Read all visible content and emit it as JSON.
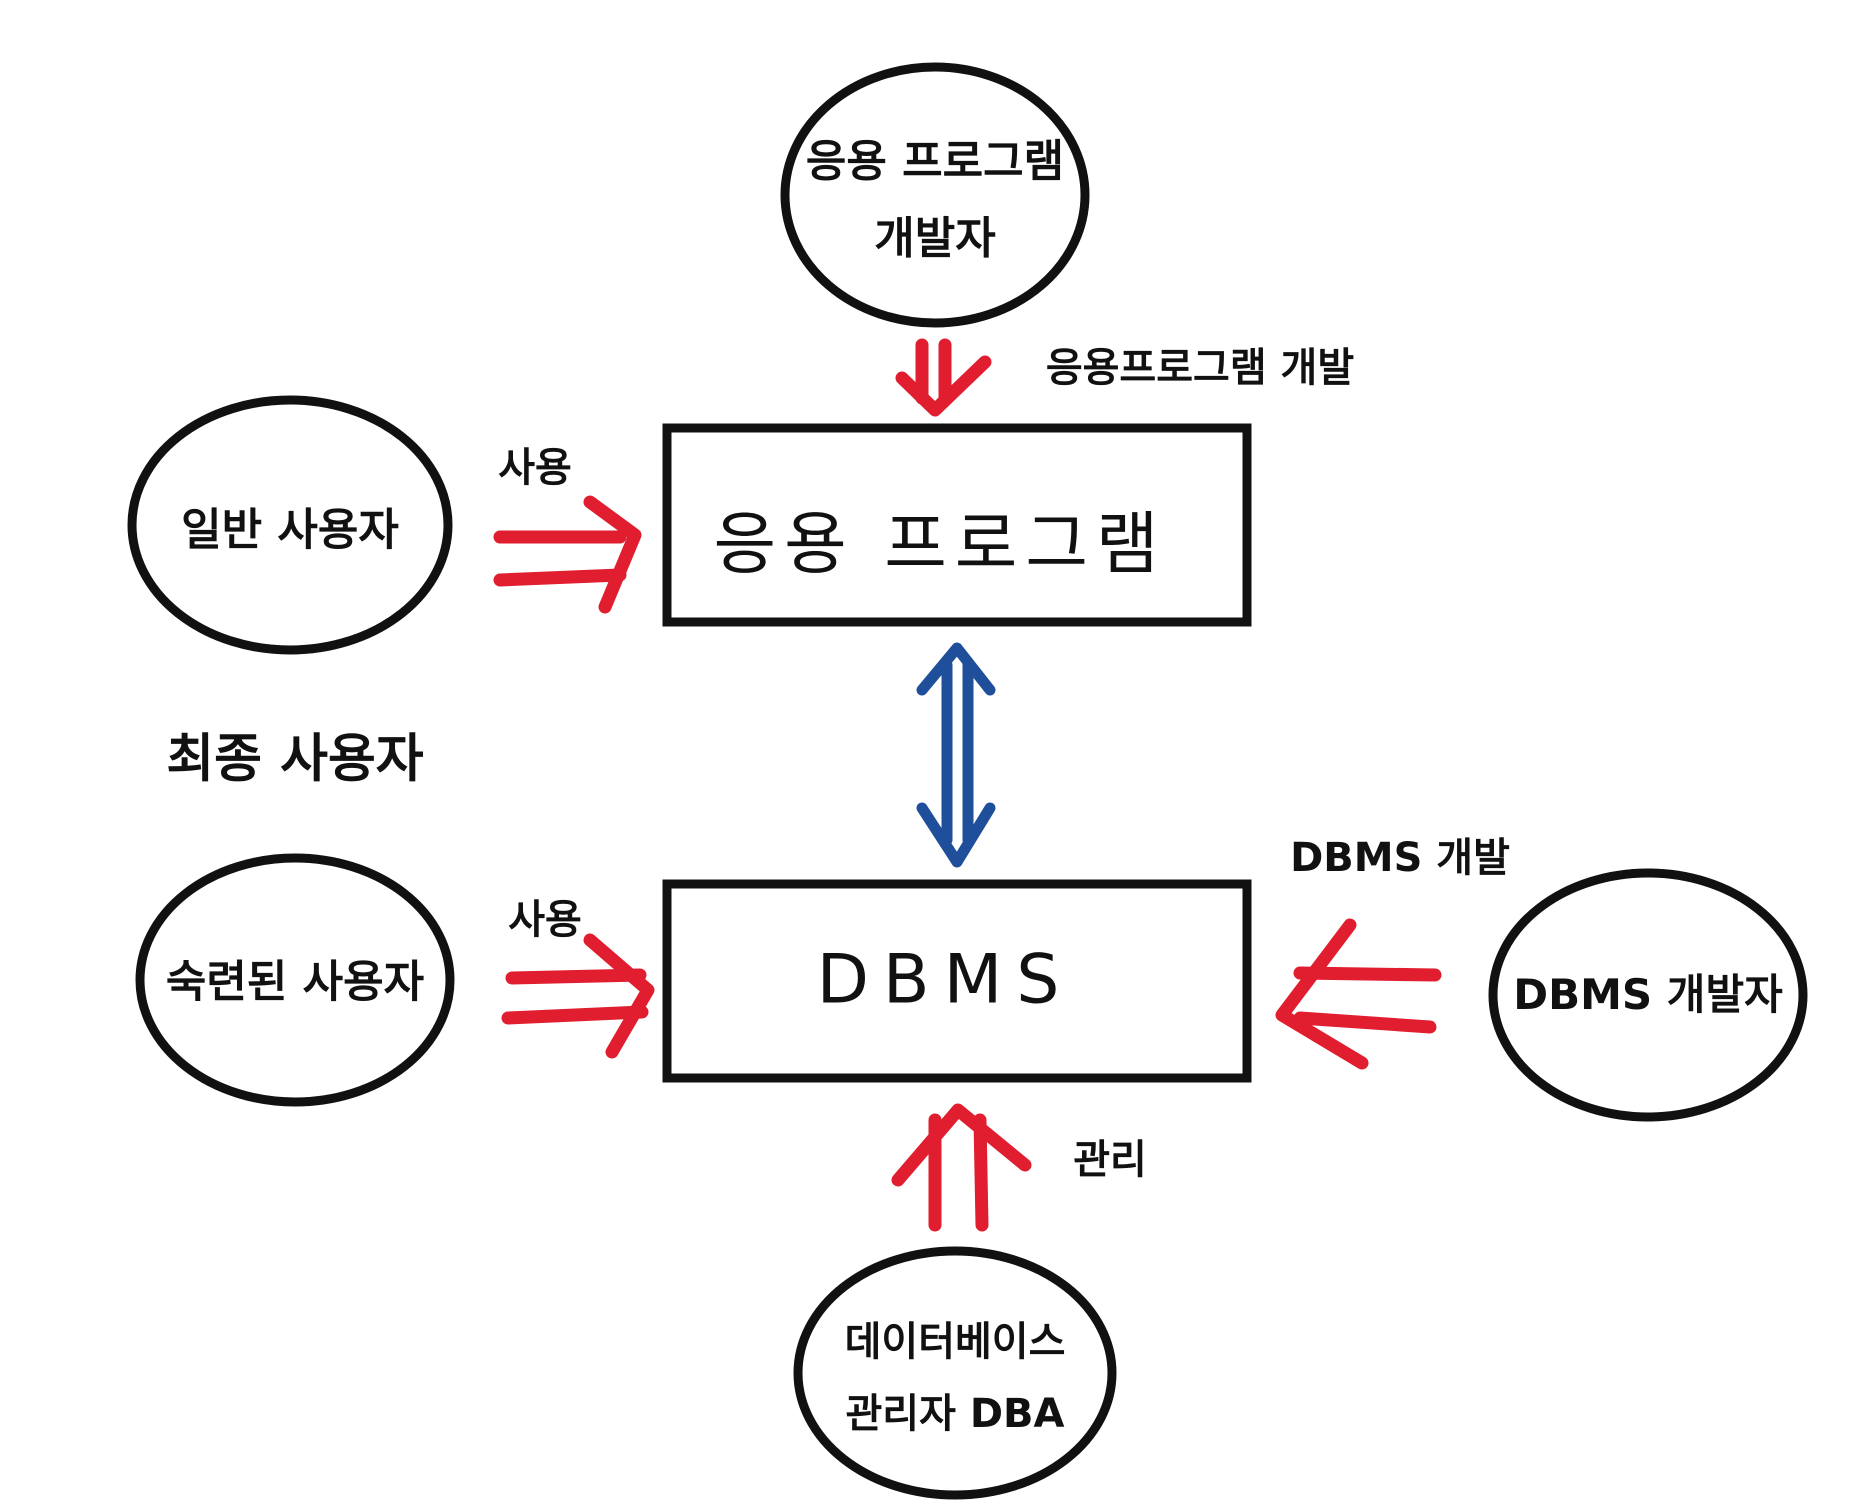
{
  "nodes": {
    "app_developer": {
      "line1": "응용 프로그램",
      "line2": "개발자"
    },
    "general_user": {
      "label": "일반 사용자"
    },
    "skilled_user": {
      "label": "숙련된 사용자"
    },
    "dbms_developer": {
      "label": "DBMS 개발자"
    },
    "dba": {
      "line1": "데이터베이스",
      "line2": "관리자 DBA"
    }
  },
  "boxes": {
    "application": {
      "label": "응용 프로그램"
    },
    "dbms": {
      "label": "DBMS"
    }
  },
  "edges": {
    "app_dev": {
      "label": "응용프로그램 개발"
    },
    "general_use": {
      "label": "사용"
    },
    "skilled_use": {
      "label": "사용"
    },
    "dbms_dev": {
      "label": "DBMS 개발"
    },
    "manage": {
      "label": "관리"
    }
  },
  "group": {
    "end_users": "최종 사용자"
  },
  "colors": {
    "arrow_red": "#e01e2f",
    "arrow_blue": "#1f4f9a",
    "outline": "#111111"
  }
}
